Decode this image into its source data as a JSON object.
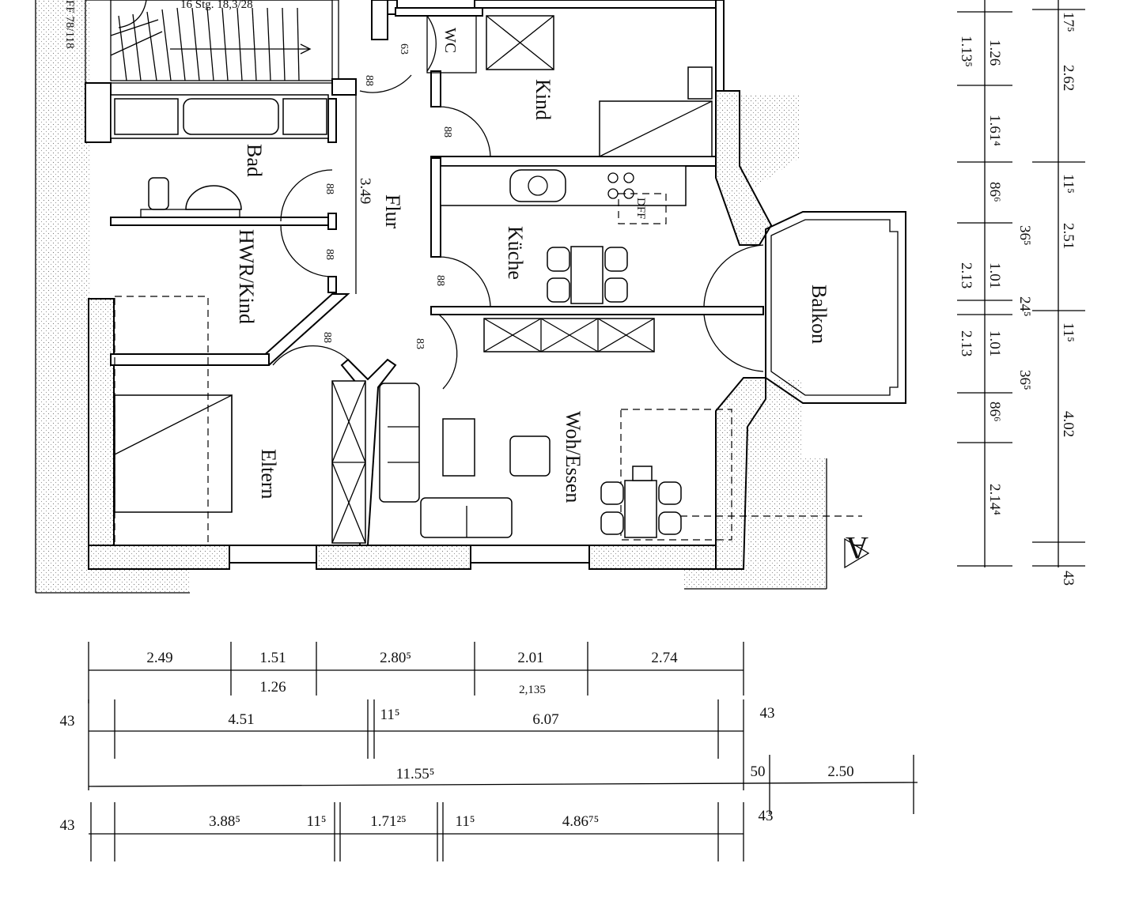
{
  "rooms": {
    "bad": "Bad",
    "hwr_kind": "HWR/Kind",
    "flur": "Flur",
    "kueche": "Küche",
    "kind": "Kind",
    "wc": "WC",
    "balkon": "Balkon",
    "eltern": "Eltern",
    "woh_essen": "Woh/Essen"
  },
  "annotations": {
    "stair_note": "16 Stg. 18,3/28",
    "stair_side_note": "FF 78/118",
    "flur_length": "3.49",
    "dff_label": "DFF",
    "section_marker": "A"
  },
  "door_widths": {
    "d_wc": "63",
    "d_flur_top": "88",
    "d_kind": "88",
    "d_bad": "88",
    "d_hwr": "88",
    "d_kueche": "88",
    "d_eltern": "88",
    "d_wohn": "83"
  },
  "right_dims": {
    "c1": [
      "1.13⁵",
      "2.13",
      "2.13"
    ],
    "c2": [
      "1.26",
      "1.61⁴",
      "86⁶",
      "1.01",
      "1.01",
      "86⁶",
      "2.14⁴"
    ],
    "c3": [
      "36⁵",
      "24⁵",
      "36⁵"
    ],
    "c4": [
      "17⁵",
      "2.62",
      "11⁵",
      "2.51",
      "11⁵",
      "4.02",
      "43"
    ]
  },
  "bottom_dims": {
    "row1": [
      "2.49",
      "1.51",
      "2.80⁵",
      "2.01",
      "2.74"
    ],
    "row1b": [
      "1.26",
      "2,135"
    ],
    "row2": [
      "43",
      "4.51",
      "11⁵",
      "6.07",
      "43"
    ],
    "row3": [
      "11.55⁵",
      "50",
      "2.50"
    ],
    "row4": [
      "43",
      "3.88⁵",
      "11⁵",
      "1.71²⁵",
      "11⁵",
      "4.86⁷⁵",
      "43"
    ]
  }
}
